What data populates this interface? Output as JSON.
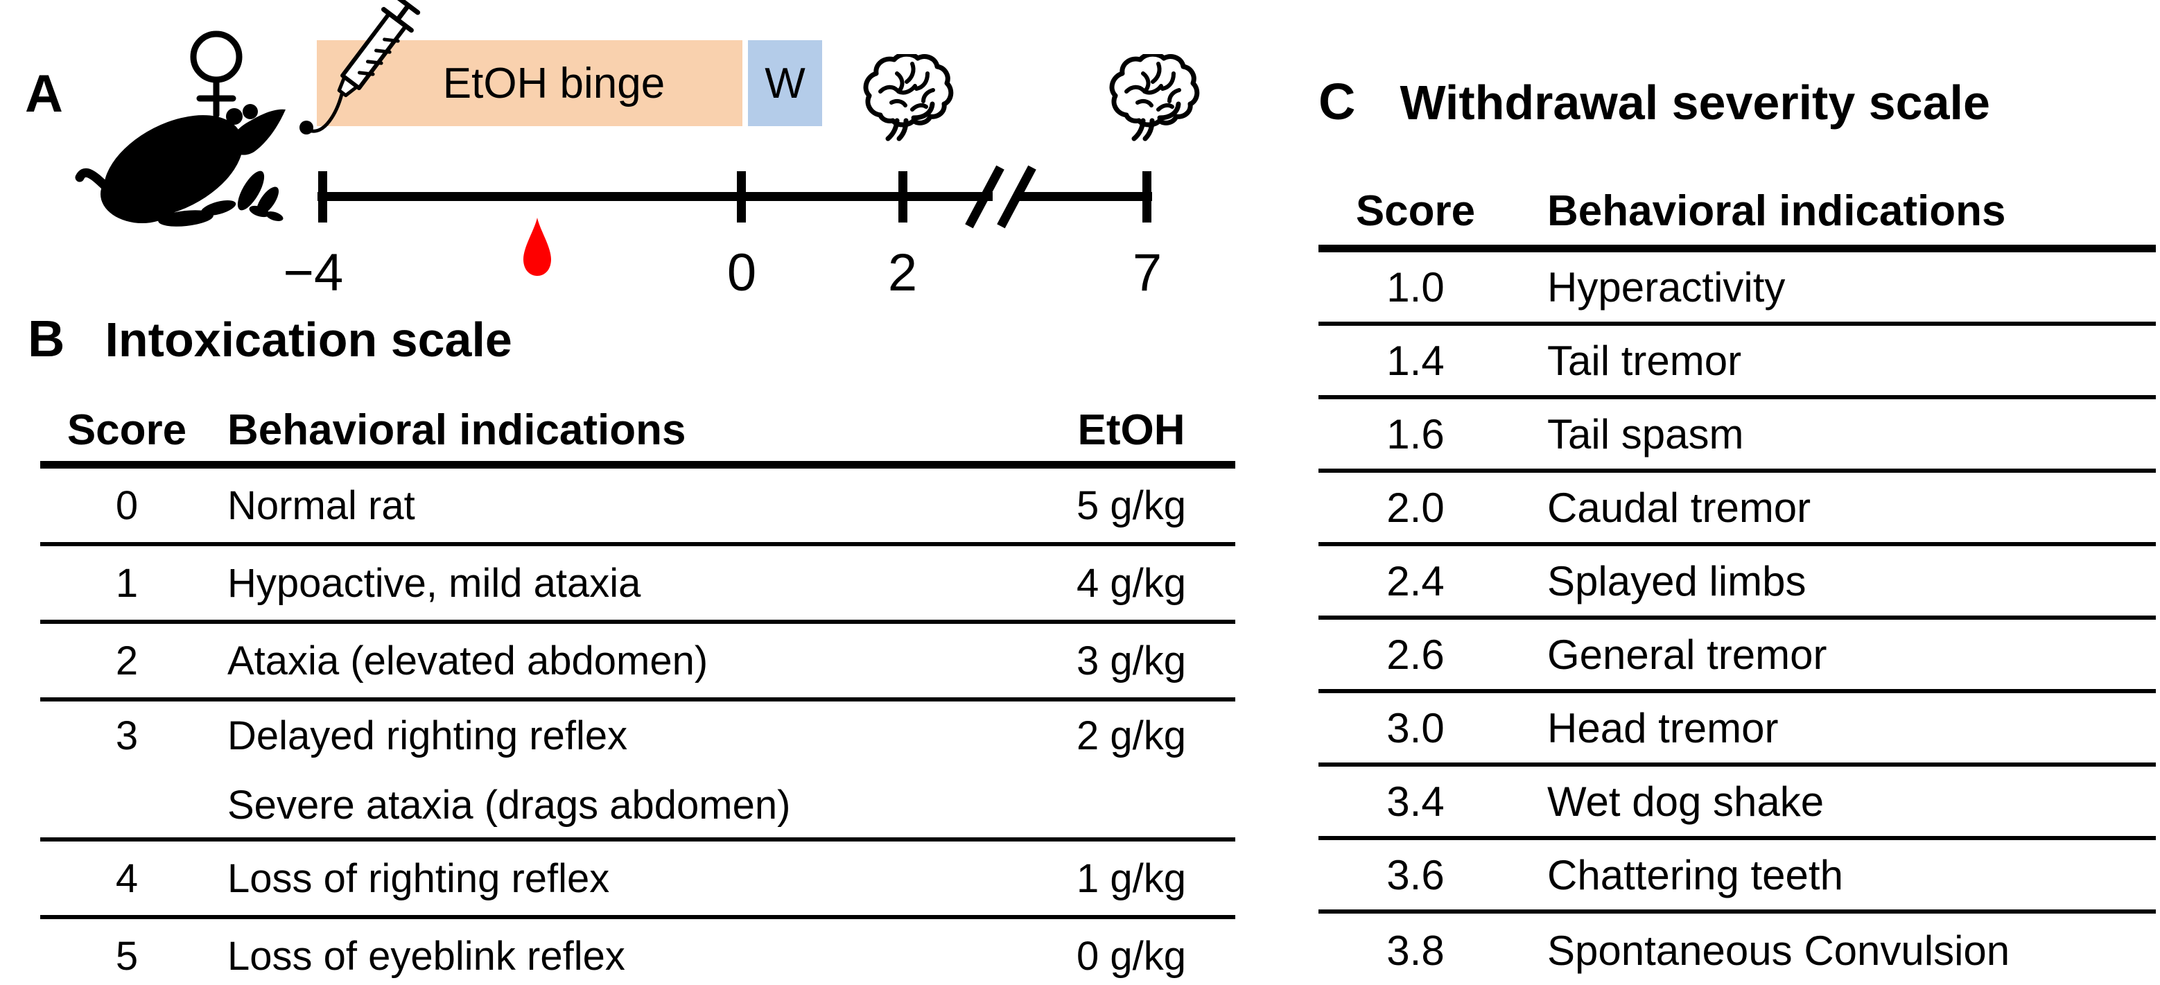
{
  "figure": {
    "panel_a": {
      "label": "A",
      "etoh_box_label": "EtOH binge",
      "withdrawal_box_label": "W",
      "timeline_ticks": [
        "−4",
        "0",
        "2",
        "7"
      ],
      "icons": {
        "female_symbol": "female-gender-icon",
        "rat": "rat-silhouette-icon",
        "syringe": "syringe-icon",
        "blood_drop": "blood-drop-icon",
        "brain_day2": "brain-icon",
        "brain_day7": "brain-icon"
      },
      "colors": {
        "etoh_box": "#f9d1ae",
        "withdrawal_box": "#b4cce9",
        "blood_drop": "#fe0000"
      }
    },
    "panel_b": {
      "label": "B",
      "title": "Intoxication scale",
      "columns": {
        "score": "Score",
        "behavior": "Behavioral indications",
        "etoh": "EtOH"
      },
      "rows": [
        {
          "score": "0",
          "behavior": [
            "Normal rat"
          ],
          "etoh": "5 g/kg"
        },
        {
          "score": "1",
          "behavior": [
            "Hypoactive, mild ataxia"
          ],
          "etoh": "4 g/kg"
        },
        {
          "score": "2",
          "behavior": [
            "Ataxia (elevated abdomen)"
          ],
          "etoh": "3 g/kg"
        },
        {
          "score": "3",
          "behavior": [
            "Delayed righting reflex",
            "Severe ataxia (drags abdomen)"
          ],
          "etoh": "2 g/kg"
        },
        {
          "score": "4",
          "behavior": [
            "Loss of righting reflex"
          ],
          "etoh": "1 g/kg"
        },
        {
          "score": "5",
          "behavior": [
            "Loss of eyeblink reflex"
          ],
          "etoh": "0 g/kg"
        }
      ]
    },
    "panel_c": {
      "label": "C",
      "title": "Withdrawal severity scale",
      "columns": {
        "score": "Score",
        "behavior": "Behavioral indications"
      },
      "rows": [
        {
          "score": "1.0",
          "behavior": "Hyperactivity"
        },
        {
          "score": "1.4",
          "behavior": "Tail tremor"
        },
        {
          "score": "1.6",
          "behavior": "Tail spasm"
        },
        {
          "score": "2.0",
          "behavior": "Caudal tremor"
        },
        {
          "score": "2.4",
          "behavior": "Splayed limbs"
        },
        {
          "score": "2.6",
          "behavior": "General tremor"
        },
        {
          "score": "3.0",
          "behavior": "Head tremor"
        },
        {
          "score": "3.4",
          "behavior": "Wet dog shake"
        },
        {
          "score": "3.6",
          "behavior": "Chattering teeth"
        },
        {
          "score": "3.8",
          "behavior": "Spontaneous Convulsion"
        }
      ]
    }
  }
}
